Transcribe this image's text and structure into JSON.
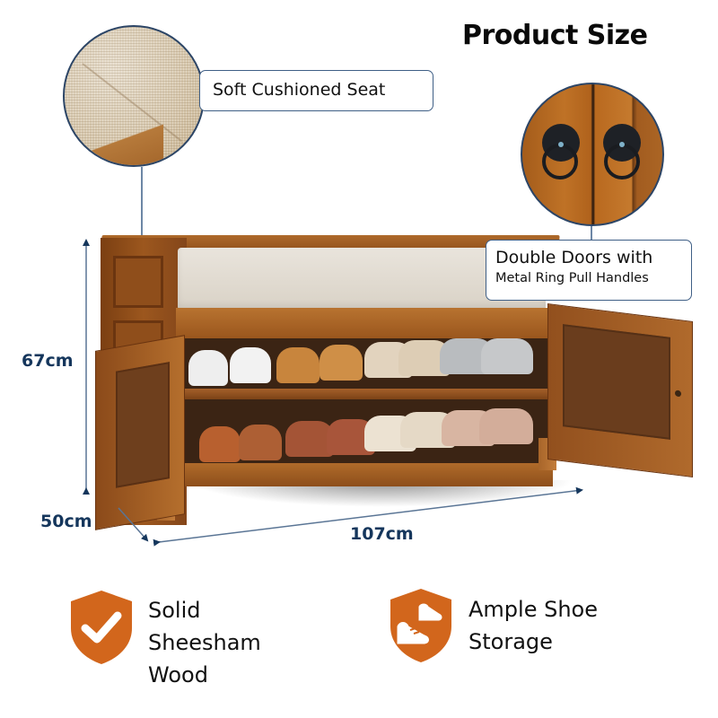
{
  "header": {
    "title": "Product Size"
  },
  "callouts": {
    "seat": {
      "label": "Soft Cushioned Seat",
      "detail_image": "fabric-cushion-closeup"
    },
    "doors": {
      "line1": "Double Doors with",
      "line2": "Metal Ring Pull Handles",
      "detail_image": "ring-pull-handles-closeup"
    }
  },
  "dimensions": {
    "height": "67cm",
    "depth": "50cm",
    "width": "107cm",
    "arrow_color": "#15365c"
  },
  "product": {
    "name": "shoe-storage-bench",
    "shelves": 2,
    "shoes_top_shelf": [
      "white",
      "white",
      "tan",
      "tan",
      "beige",
      "beige",
      "grey",
      "grey"
    ],
    "shoes_bottom_shelf": [
      "brown",
      "brown",
      "rust",
      "rust",
      "cream",
      "cream",
      "pink",
      "pink"
    ]
  },
  "features": [
    {
      "icon": "shield-check-icon",
      "lines": [
        "Solid",
        "Sheesham",
        "Wood"
      ]
    },
    {
      "icon": "shield-shoe-icon",
      "lines": [
        "Ample Shoe",
        "Storage"
      ]
    }
  ],
  "colors": {
    "accent_orange": "#d2661c",
    "callout_border": "#3f5f86",
    "dimension_blue": "#15365c",
    "wood": "#a55d1f",
    "cushion": "#e2dccf"
  }
}
